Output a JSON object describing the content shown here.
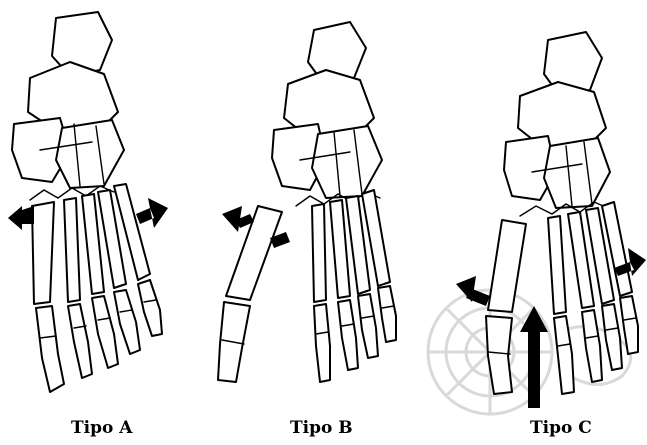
{
  "figure": {
    "panels": [
      {
        "id": "A",
        "label": "Tipo A"
      },
      {
        "id": "B",
        "label": "Tipo B"
      },
      {
        "id": "C",
        "label": "Tipo C"
      }
    ]
  },
  "colors": {
    "ink": "#000000",
    "paper": "#ffffff",
    "watermark": "#d9d9d9"
  }
}
